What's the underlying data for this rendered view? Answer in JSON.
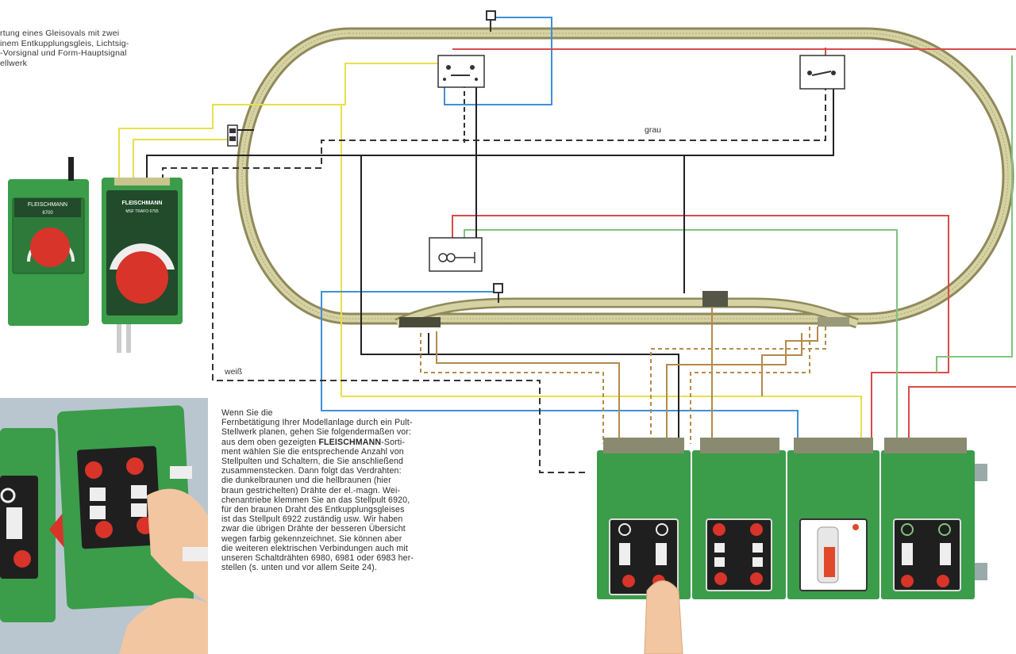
{
  "caption": {
    "lines": [
      "rtung eines Gleisovals mit zwei",
      "inem Entkupplungsgleis, Lichtsig-",
      "-Vorsignal und Form-Hauptsignal",
      "ellwerk"
    ]
  },
  "labels": {
    "grau": "grau",
    "weiss": "weiß"
  },
  "devices": {
    "controller_small_brand": "FLEISCHMANN",
    "controller_small_model": "6700",
    "controller_large_brand": "FLEISCHMANN",
    "controller_large_model": "MSF TRAFO 6755"
  },
  "body_text": {
    "lines": [
      "Wenn Sie die",
      "Fernbetätigung Ihrer Modellanlage durch ein Pult-",
      "Stellwerk planen, gehen Sie folgendermaßen vor:",
      "aus dem oben gezeigten",
      "FLEISCHMANN",
      "-Sorti-",
      "ment wählen Sie die entsprechende Anzahl von",
      "Stellpulten und Schaltern, die Sie anschließend",
      "zusammenstecken. Dann folgt das Verdrahten:",
      "die dunkelbraunen und die hellbraunen (hier",
      "braun gestrichelten) Drähte der el.-magn. Wei-",
      "chenantriebe klemmen Sie an das Stellpult 6920,",
      "für den braunen Draht des Entkupplungsgleises",
      "ist das Stellpult 6922 zuständig usw. Wir haben",
      "zwar die übrigen Drähte der besseren Übersicht",
      "wegen farbig gekennzeichnet. Sie können aber",
      "die weiteren elektrischen Verbindungen auch mit",
      "unseren Schaltdrähten 6980, 6981 oder 6983 her-",
      "stellen (s. unten und vor allem Seite 24)."
    ]
  },
  "colors": {
    "track": "#c9c48e",
    "track_dark": "#8f8a5a",
    "wire_yellow": "#e8e04a",
    "wire_blue": "#3f8fd8",
    "wire_red": "#d94a4a",
    "wire_green": "#7fc47f",
    "wire_black": "#222222",
    "wire_brown_dash": "#b48a4a",
    "device_green": "#3b9c4a",
    "button_red": "#d8342a"
  }
}
